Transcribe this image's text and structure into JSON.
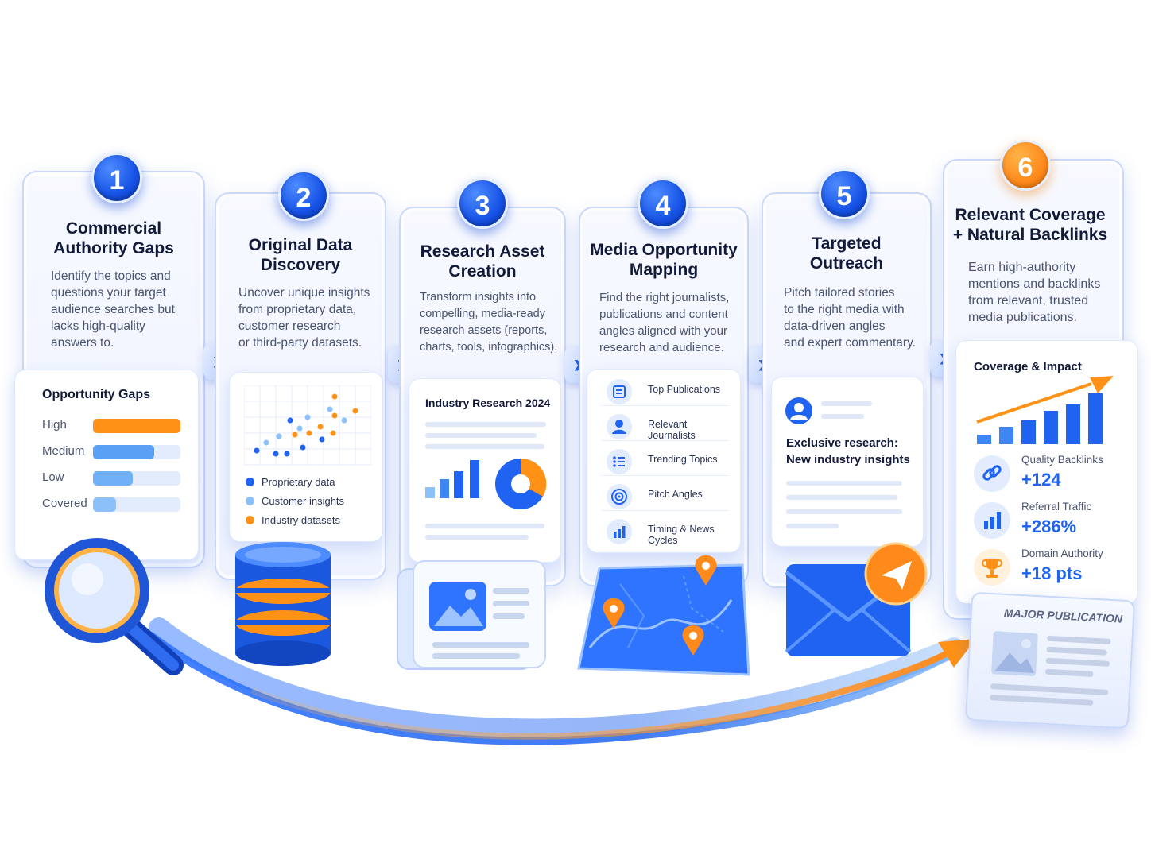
{
  "steps": [
    {
      "number": "1",
      "title": "Commercial\nAuthority Gaps",
      "description": "Identify the topics and\nquestions your target\naudience searches but\nlacks high-quality\nanswers to.",
      "panel": {
        "title": "Opportunity Gaps",
        "levels": [
          {
            "label": "High",
            "fill": 1.0,
            "color": "#ff9216"
          },
          {
            "label": "Medium",
            "fill": 0.7,
            "color": "#5aa0f5"
          },
          {
            "label": "Low",
            "fill": 0.45,
            "color": "#6fb0f7"
          },
          {
            "label": "Covered",
            "fill": 0.26,
            "color": "#8cc0f8"
          }
        ]
      }
    },
    {
      "number": "2",
      "title": "Original Data\nDiscovery",
      "description": "Uncover unique insights\nfrom proprietary data,\ncustomer research\nor third-party datasets.",
      "panel": {
        "legend": [
          {
            "label": "Proprietary data",
            "color": "#1f63f0"
          },
          {
            "label": "Customer insights",
            "color": "#8cc0f8"
          },
          {
            "label": "Industry datasets",
            "color": "#ff9216"
          }
        ]
      }
    },
    {
      "number": "3",
      "title": "Research Asset\nCreation",
      "description": "Transform insights into\ncompelling, media-ready\nresearch assets (reports,\ncharts, tools, infographics).",
      "panel": {
        "title": "Industry Research 2024"
      }
    },
    {
      "number": "4",
      "title": "Media Opportunity\nMapping",
      "description": "Find the right journalists,\npublications and content\nangles aligned with your\nresearch and audience.",
      "panel": {
        "items": [
          {
            "label": "Top Publications",
            "icon": "newspaper-icon"
          },
          {
            "label": "Relevant Journalists",
            "icon": "person-icon"
          },
          {
            "label": "Trending Topics",
            "icon": "list-icon"
          },
          {
            "label": "Pitch Angles",
            "icon": "target-icon"
          },
          {
            "label": "Timing & News Cycles",
            "icon": "bar-chart-icon"
          }
        ]
      }
    },
    {
      "number": "5",
      "title": "Targeted\nOutreach",
      "description": "Pitch tailored stories\nto the right media with\ndata-driven angles\nand expert commentary.",
      "panel": {
        "headline": "Exclusive research:\nNew industry insights"
      }
    },
    {
      "number": "6",
      "title": "Relevant Coverage\n+ Natural Backlinks",
      "description": "Earn high-authority\nmentions and backlinks\nfrom relevant, trusted\nmedia publications.",
      "panel": {
        "title": "Coverage & Impact",
        "metrics": [
          {
            "label": "Quality Backlinks",
            "value": "+124",
            "icon": "link-icon"
          },
          {
            "label": "Referral Traffic",
            "value": "+286%",
            "icon": "bar-chart-icon"
          },
          {
            "label": "Domain Authority",
            "value": "+18 pts",
            "icon": "trophy-icon"
          }
        ]
      }
    }
  ],
  "publication_label": "MAJOR PUBLICATION",
  "colors": {
    "primary": "#1f63f0",
    "accent": "#ff9216"
  }
}
